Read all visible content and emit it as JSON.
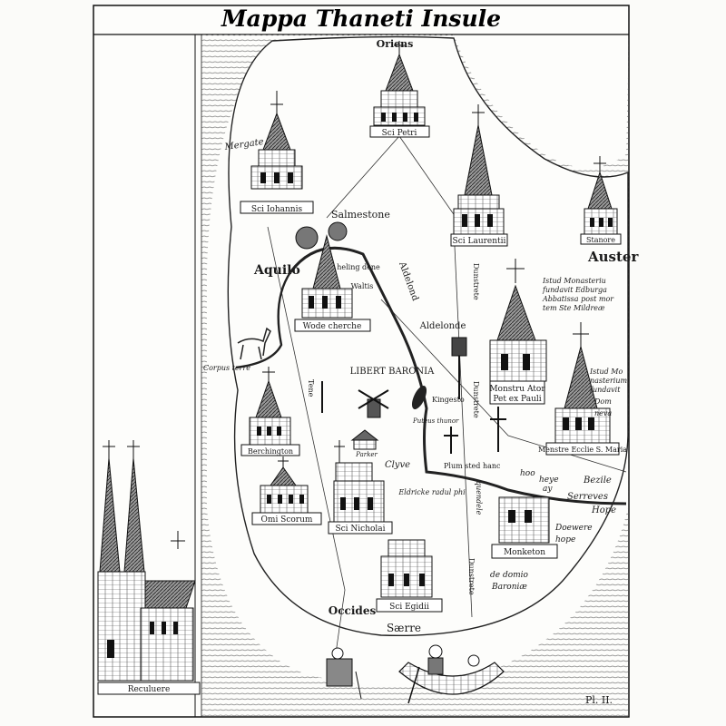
{
  "title": "Mappa Thaneti Insule",
  "plate": "Pl. II.",
  "compass": {
    "oriens": "Oriens",
    "auster": "Auster",
    "occides": "Occides",
    "aquilo": "Aquilo"
  },
  "places": {
    "sci_petri": "Sci Petri",
    "sci_iohannis": "Sci Iohannis",
    "sci_laurentii": "Sci Laurentii",
    "stanore": "Stanore",
    "wode_cherche": "Wode cherche",
    "monstru_ator": "Monstru Ator",
    "pet_pauli": "Pet ex Pauli",
    "menstre": "Menstre Ecclie S. Maria",
    "berchington": "Berchington",
    "omi_scorum": "Omi Scorum",
    "sci_nicholai": "Sci Nicholai",
    "sci_egidii": "Sci Egidii",
    "monketon": "Monketon",
    "reculuere": "Reculuere"
  },
  "labels": {
    "mergate": "Mergate",
    "salmestone": "Salmestone",
    "helingdene": "heling dene",
    "waltis": "Waltis",
    "aldelond": "Aldelond",
    "aldelonde": "Aldelonde",
    "dunstrete_1": "Dunstrete",
    "dunstrete_2": "Dunstrete",
    "dunstrete_3": "Dunstrete",
    "liberta": "LIBERT BARONIA",
    "corpus_terre": "Corpus terre",
    "tene": "Tene",
    "kingesto": "Kingesto",
    "puteus": "Puteus thunor",
    "clyve": "Clyve",
    "parker": "Parker",
    "plum": "Plum sted hanc",
    "eldricke": "Eldricke radul phi",
    "quendele": "quendele",
    "hoo": "hoo",
    "heye": "heye",
    "ay": "ay",
    "bezile": "Bezile",
    "serreves": "Serreves",
    "hope1": "Hope",
    "doewere": "Doewere",
    "hope2": "hope",
    "de_domio": "de domio",
    "baronie": "Baroniæ",
    "saerre": "Særre"
  },
  "notes": {
    "mildreda_1": "Istud Monasteriu",
    "mildreda_2": "fundavit Edburga",
    "mildreda_3": "Abbatissa post mor",
    "mildreda_4": "tem Ste Mildreæ",
    "minstre_1": "Istud Mo",
    "minstre_2": "nasterium",
    "minstre_3": "fundavit",
    "minstre_4": "Dom",
    "minstre_5": "neva"
  }
}
